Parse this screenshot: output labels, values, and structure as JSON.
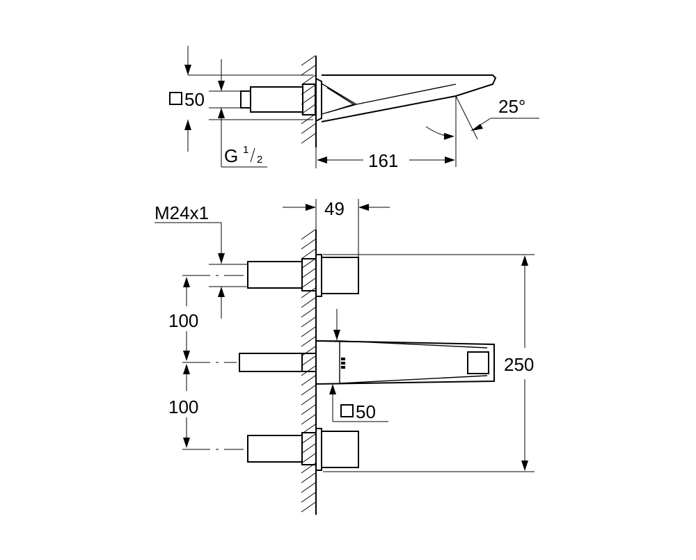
{
  "drawing": {
    "top_view": {
      "square_label": "50",
      "thread_label": "G",
      "thread_num": "1",
      "thread_den": "2",
      "angle_label": "25°",
      "projection_label": "161"
    },
    "front_view": {
      "connector_thread": "M24x1",
      "depth_label": "49",
      "spacing_upper": "100",
      "spacing_lower": "100",
      "overall_height": "250",
      "square_label": "50"
    }
  }
}
